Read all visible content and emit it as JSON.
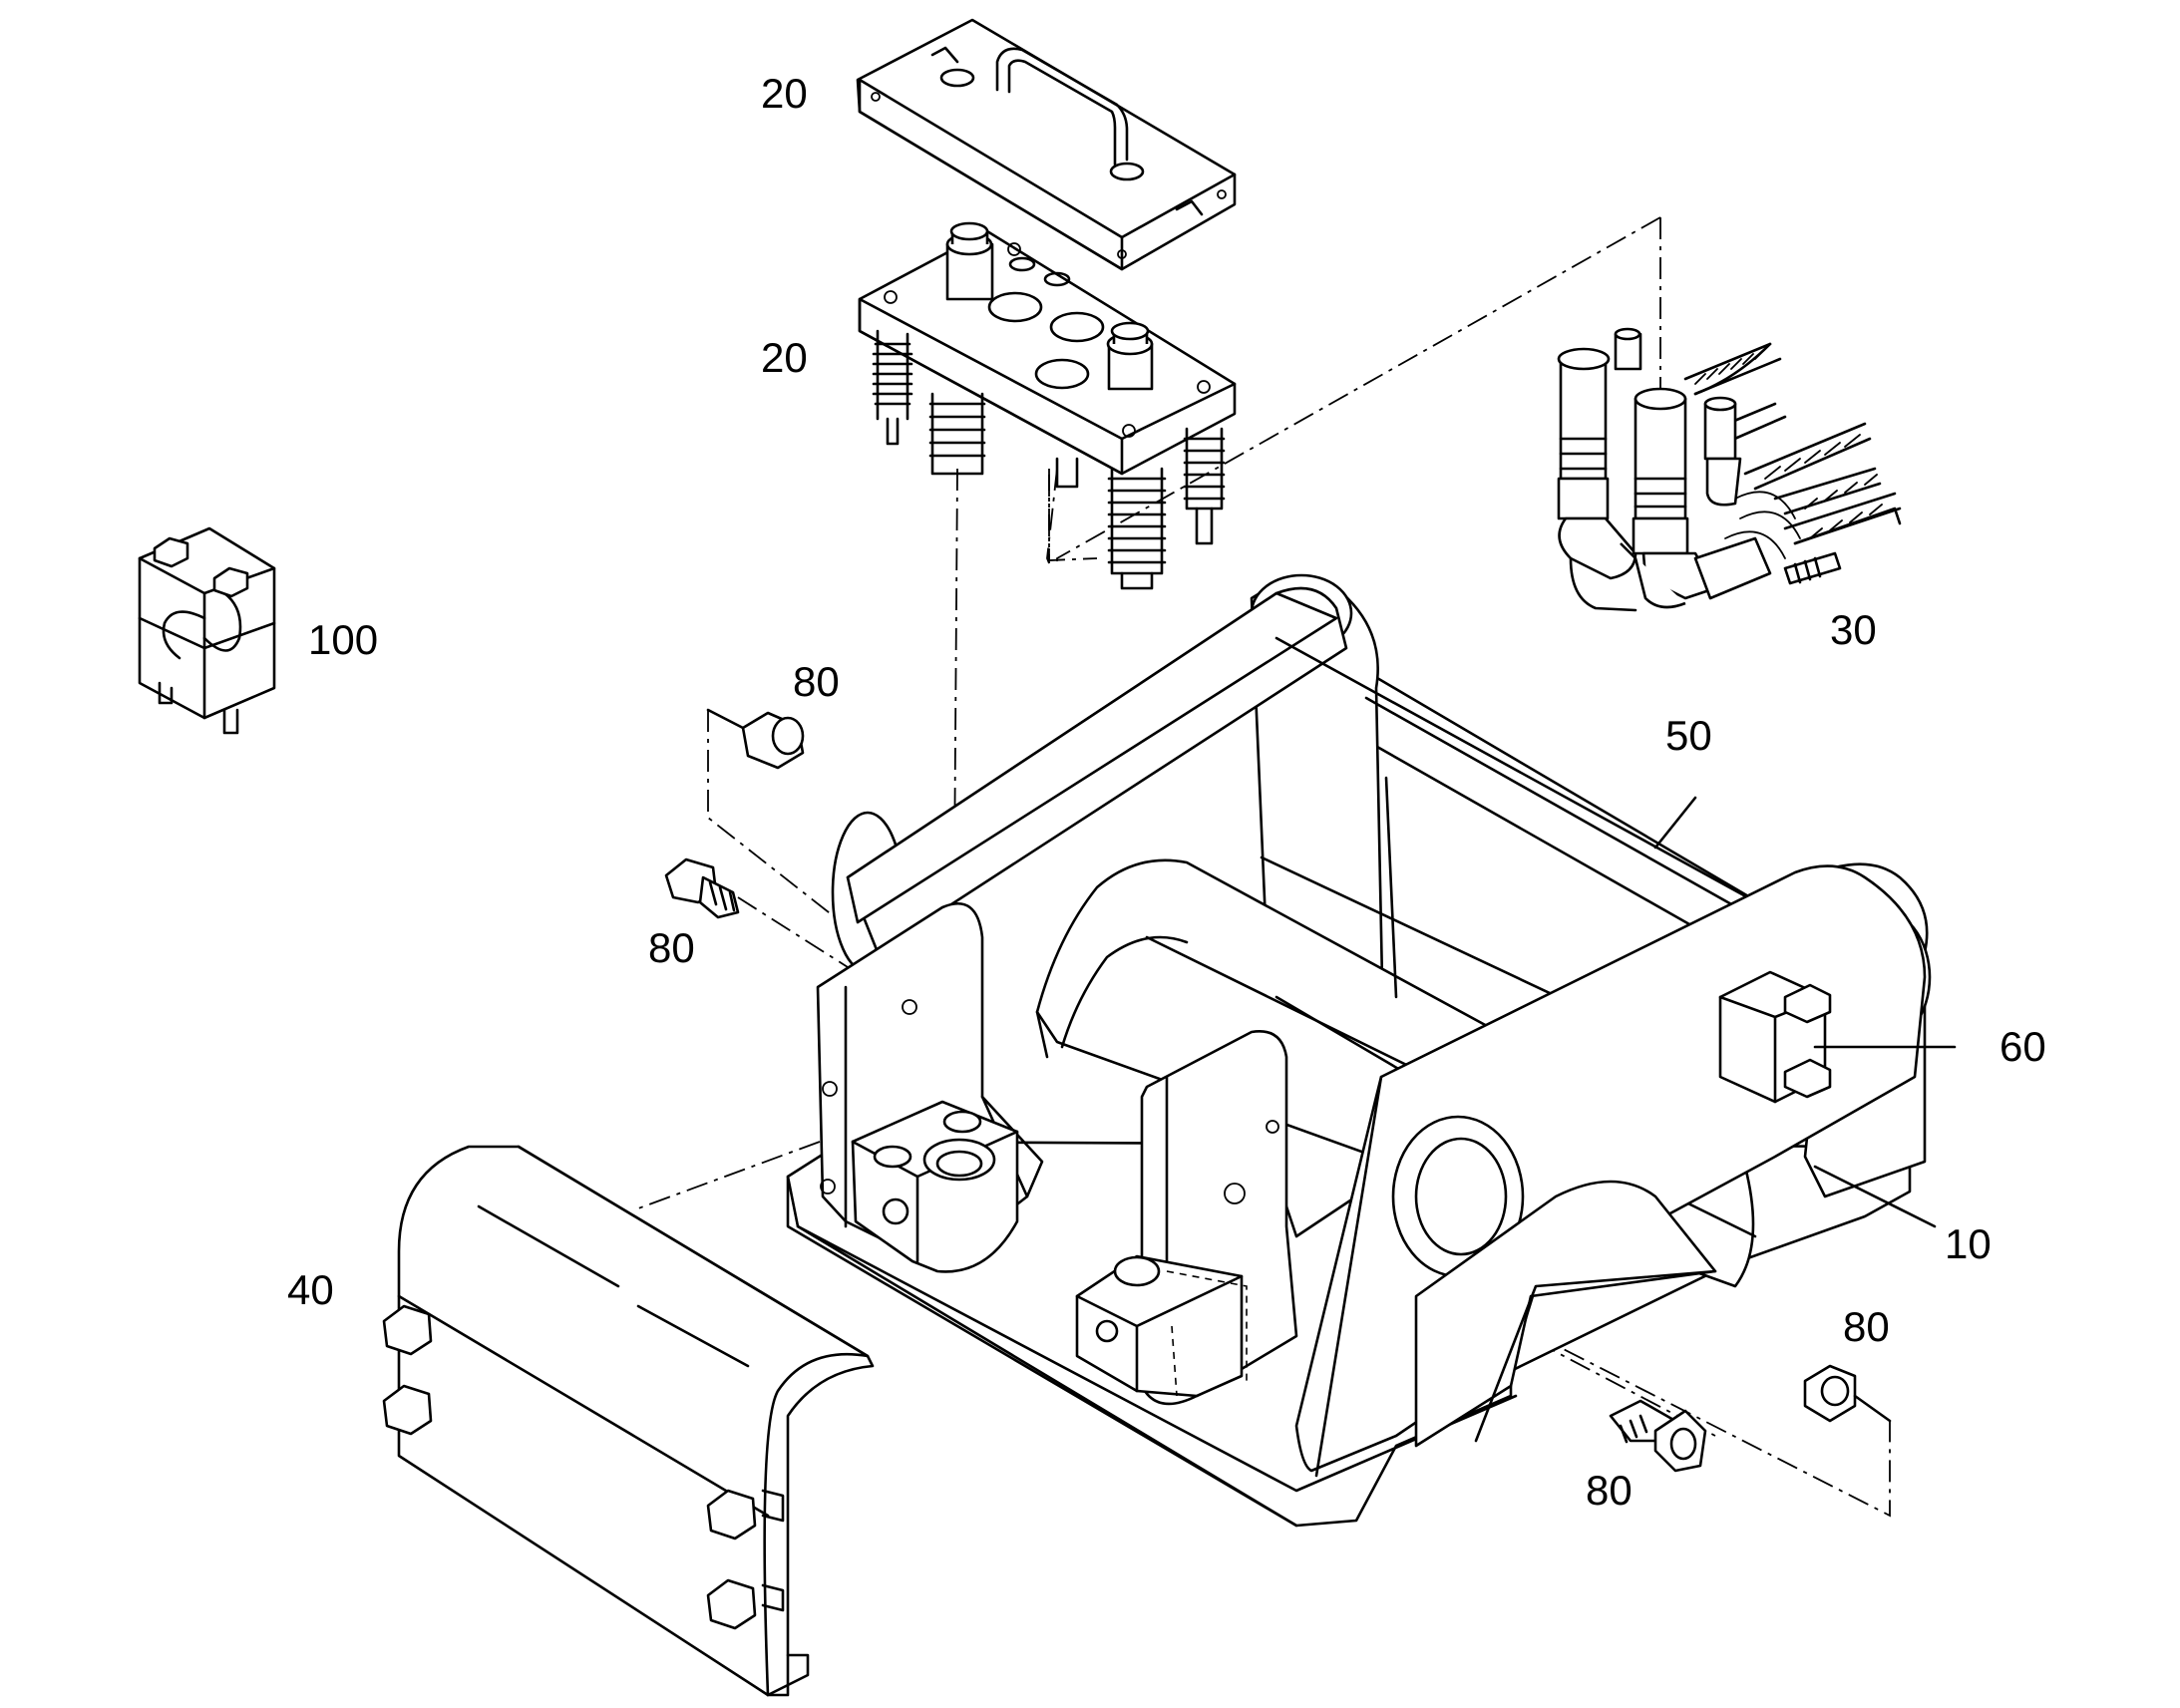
{
  "callouts": [
    {
      "id": "20a",
      "text": "20"
    },
    {
      "id": "20b",
      "text": "20"
    },
    {
      "id": "30",
      "text": "30"
    },
    {
      "id": "100",
      "text": "100"
    },
    {
      "id": "80a",
      "text": "80"
    },
    {
      "id": "80b",
      "text": "80"
    },
    {
      "id": "50",
      "text": "50"
    },
    {
      "id": "60",
      "text": "60"
    },
    {
      "id": "10",
      "text": "10"
    },
    {
      "id": "40",
      "text": "40"
    },
    {
      "id": "80c",
      "text": "80"
    },
    {
      "id": "80d",
      "text": "80"
    }
  ]
}
